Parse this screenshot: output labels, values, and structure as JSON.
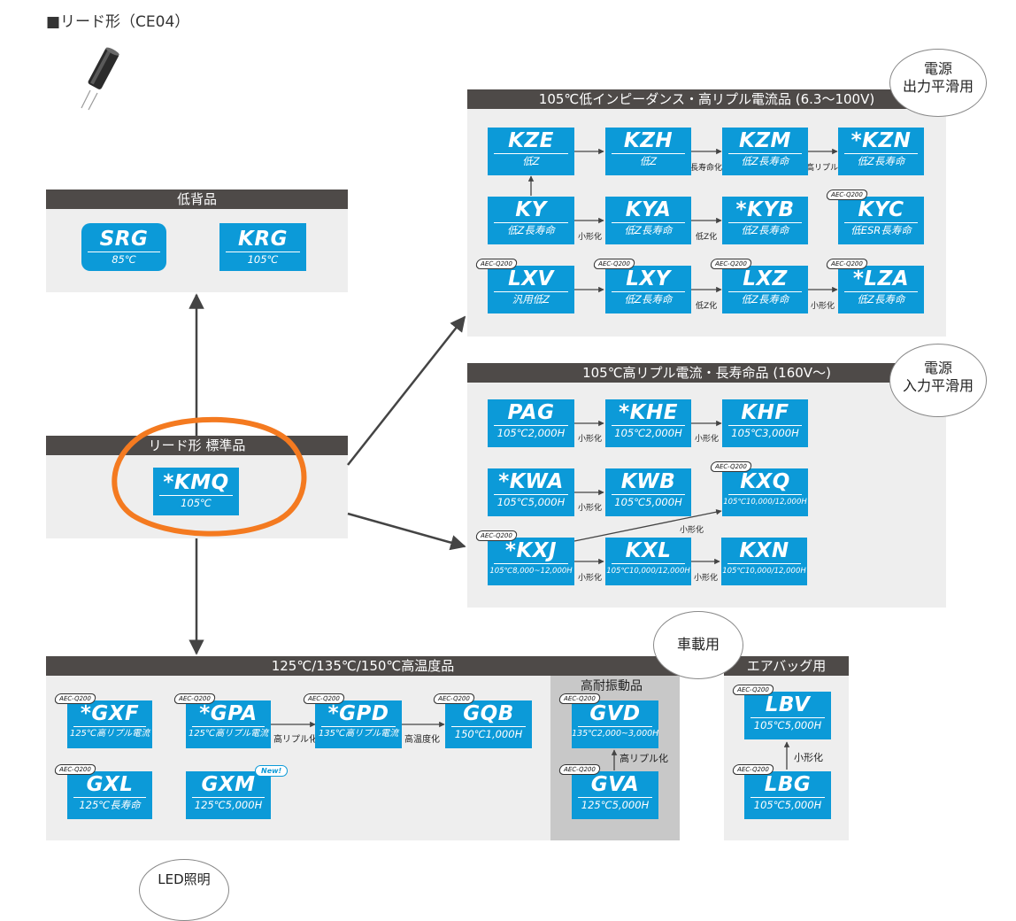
{
  "page_title": "■リード形（CE04）",
  "panels": {
    "low_profile": {
      "title": "低背品"
    },
    "standard": {
      "title": "リード形 標準品"
    },
    "lowz": {
      "title": "105℃低インピーダンス・高リプル電流品 (6.3～100V)"
    },
    "highripple": {
      "title": "105℃高リプル電流・長寿命品 (160V～)"
    },
    "hightemp": {
      "title": "125℃/135℃/150℃高温度品"
    },
    "vibration": {
      "title": "高耐振動品"
    },
    "airbag": {
      "title": "エアバッグ用"
    }
  },
  "bubbles": {
    "power_out": {
      "line1": "電源",
      "line2": "出力平滑用"
    },
    "power_in": {
      "line1": "電源",
      "line2": "入力平滑用"
    },
    "automotive": {
      "line1": "車載用"
    },
    "led": {
      "line1": "LED照明"
    }
  },
  "series": {
    "SRG": {
      "code": "SRG",
      "sub": "85℃"
    },
    "KRG": {
      "code": "KRG",
      "sub": "105℃"
    },
    "KMQ": {
      "code": "*KMQ",
      "sub": "105℃"
    },
    "KZE": {
      "code": "KZE",
      "sub": "低Z"
    },
    "KZH": {
      "code": "KZH",
      "sub": "低Z"
    },
    "KZM": {
      "code": "KZM",
      "sub": "低Z長寿命"
    },
    "KZN": {
      "code": "*KZN",
      "sub": "低Z長寿命"
    },
    "KY": {
      "code": "KY",
      "sub": "低Z長寿命"
    },
    "KYA": {
      "code": "KYA",
      "sub": "低Z長寿命"
    },
    "KYB": {
      "code": "*KYB",
      "sub": "低Z長寿命"
    },
    "KYC": {
      "code": "KYC",
      "sub": "低ESR長寿命"
    },
    "LXV": {
      "code": "LXV",
      "sub": "汎用低Z"
    },
    "LXY": {
      "code": "LXY",
      "sub": "低Z長寿命"
    },
    "LXZ": {
      "code": "LXZ",
      "sub": "低Z長寿命"
    },
    "LZA": {
      "code": "*LZA",
      "sub": "低Z長寿命"
    },
    "PAG": {
      "code": "PAG",
      "sub": "105℃2,000H"
    },
    "KHE": {
      "code": "*KHE",
      "sub": "105℃2,000H"
    },
    "KHF": {
      "code": "KHF",
      "sub": "105℃3,000H"
    },
    "KWA": {
      "code": "*KWA",
      "sub": "105℃5,000H"
    },
    "KWB": {
      "code": "KWB",
      "sub": "105℃5,000H"
    },
    "KXQ": {
      "code": "KXQ",
      "sub": "105℃10,000/12,000H"
    },
    "KXJ": {
      "code": "*KXJ",
      "sub": "105℃8,000~12,000H"
    },
    "KXL": {
      "code": "KXL",
      "sub": "105℃10,000/12,000H"
    },
    "KXN": {
      "code": "KXN",
      "sub": "105℃10,000/12,000H"
    },
    "GXF": {
      "code": "*GXF",
      "sub": "125℃高リプル電流"
    },
    "GPA": {
      "code": "*GPA",
      "sub": "125℃高リプル電流"
    },
    "GPD": {
      "code": "*GPD",
      "sub": "135℃高リプル電流"
    },
    "GQB": {
      "code": "GQB",
      "sub": "150℃1,000H"
    },
    "GXL": {
      "code": "GXL",
      "sub": "125℃長寿命"
    },
    "GXM": {
      "code": "GXM",
      "sub": "125℃5,000H"
    },
    "GVD": {
      "code": "GVD",
      "sub": "135℃2,000~3,000H"
    },
    "GVA": {
      "code": "GVA",
      "sub": "125℃5,000H"
    },
    "LBV": {
      "code": "LBV",
      "sub": "105℃5,000H"
    },
    "LBG": {
      "code": "LBG",
      "sub": "105℃5,000H"
    }
  },
  "badges": {
    "aec": "AEC-Q200",
    "new": "New!"
  },
  "arrow_labels": {
    "longer_life": "長寿命化",
    "high_ripple": "高リプル化",
    "smaller": "小形化",
    "low_z": "低Z化",
    "high_temp": "高温度化",
    "high_ripple_long": "高リプル化"
  }
}
